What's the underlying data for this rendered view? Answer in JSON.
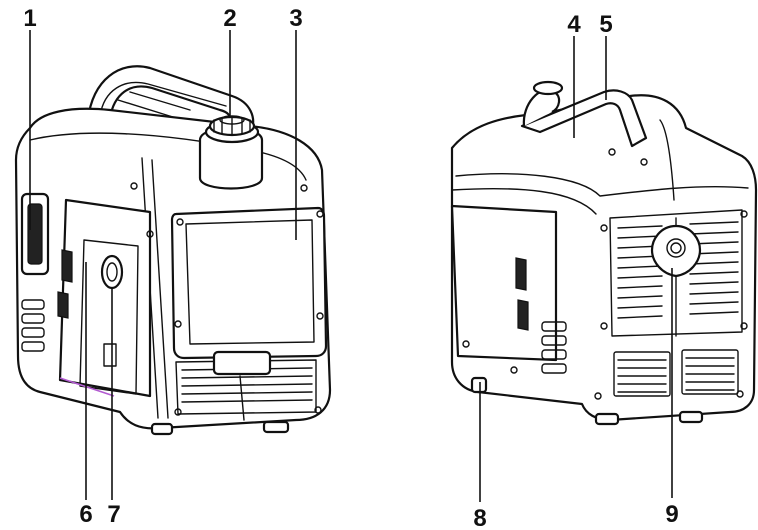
{
  "callouts": {
    "c1": "1",
    "c2": "2",
    "c3": "3",
    "c4": "4",
    "c5": "5",
    "c6": "6",
    "c7": "7",
    "c8": "8",
    "c9": "9"
  },
  "colors": {
    "ink": "#111111",
    "background": "#ffffff",
    "accent_line": "#b25bd1"
  }
}
